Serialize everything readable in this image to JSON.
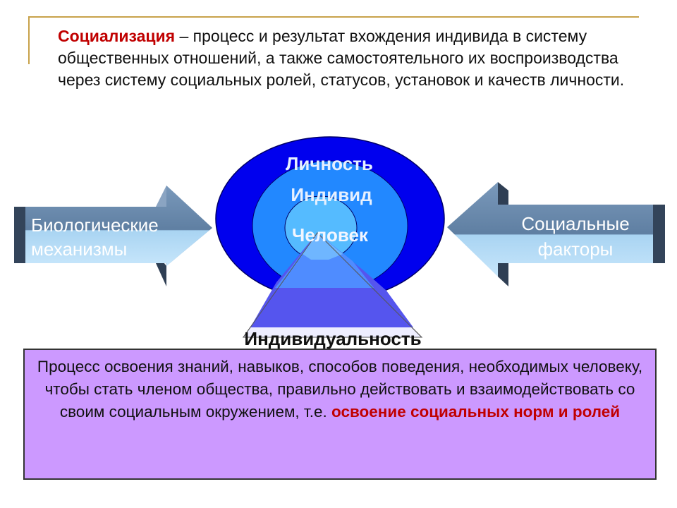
{
  "definition": {
    "term": "Социализация",
    "text": " – процесс и результат вхождения индивида в систему общественных отношений, а также самостоятельного их воспроизводства через систему социальных ролей, статусов, установок и качеств личности."
  },
  "diagram": {
    "rings": {
      "outer": "Личность",
      "middle": "Индивид",
      "inner": "Человек"
    },
    "cone_label": "Индивидуальность",
    "left_arrow": {
      "line1": "Биологические",
      "line2": "механизмы"
    },
    "right_arrow": {
      "line1": "Социальные",
      "line2": "факторы"
    }
  },
  "process": {
    "text": "Процесс  освоения знаний, навыков, способов поведения, необходимых человеку, чтобы стать  членом общества, правильно действовать и взаимодействовать со своим социальным окружением, т.е. ",
    "accent": "освоение социальных норм и ролей"
  },
  "colors": {
    "frame": "#c8a24a",
    "term": "#c00000",
    "outer_ring": "#0000ee",
    "middle_ring": "#2288ff",
    "inner_ring": "#55bbff",
    "arrow_face": "#6688aa",
    "box": "#cc99ff"
  }
}
